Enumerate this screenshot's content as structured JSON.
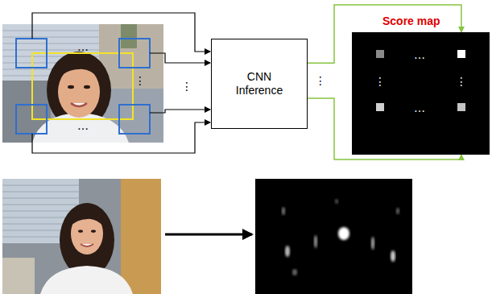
{
  "diagram": {
    "nodes": [
      {
        "text": [
          "CNN Inference"
        ]
      },
      {
        "text": [
          "Score map"
        ]
      }
    ],
    "edges": [
      {
        "from": 0,
        "to": 1,
        "arrow": "to"
      },
      {
        "from": 0,
        "to": 1,
        "arrow": "to"
      }
    ],
    "labels": [
      "…",
      "⋮",
      "…",
      "⋮",
      "⋮",
      "…",
      "⋮",
      "⋮",
      "…"
    ]
  }
}
